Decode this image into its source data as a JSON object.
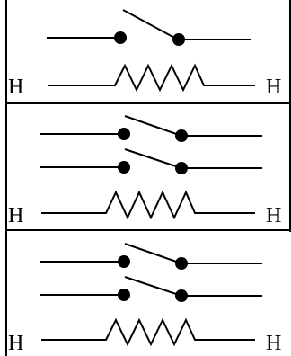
{
  "panels": [
    {
      "left_label": "H",
      "right_label": "H",
      "switch_count": 1
    },
    {
      "left_label": "H",
      "right_label": "H",
      "switch_count": 2
    },
    {
      "left_label": "H",
      "right_label": "H",
      "switch_count": 2
    }
  ],
  "colors": {
    "stroke": "#000000",
    "background": "#ffffff"
  }
}
